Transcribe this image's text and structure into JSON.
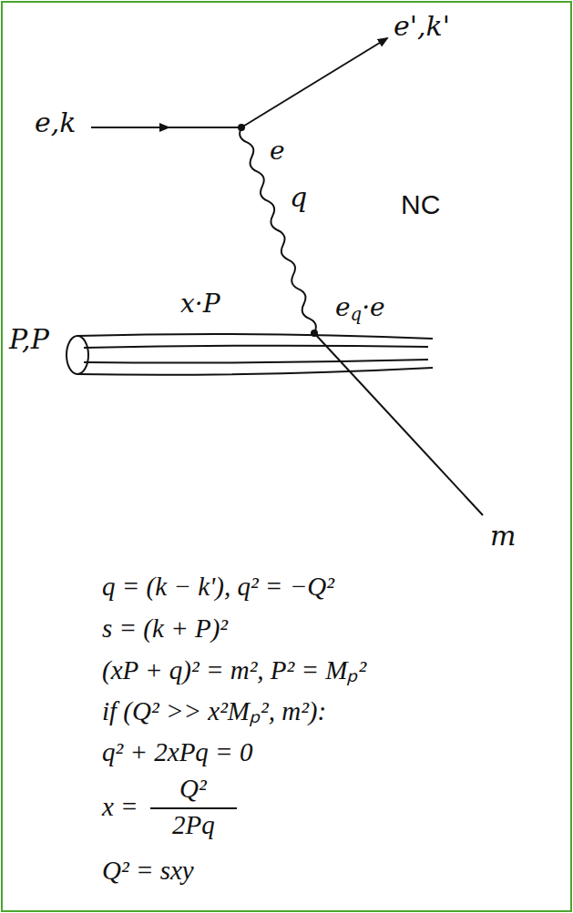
{
  "diagram": {
    "labels": [
      "e,k",
      "e',k'",
      "e",
      "q",
      "NC",
      "x·P",
      "eq·e",
      "P,P",
      "m",
      "q = (k − k'), q² = −Q²",
      "s = (k + P)²",
      "(xP + q)² = m², P² = Mₚ²",
      "if (Q² >> x²Mₚ², m²):",
      "q² + 2xPq = 0",
      "x =",
      "Q²",
      "2Pq",
      "Q² = sxy"
    ]
  }
}
